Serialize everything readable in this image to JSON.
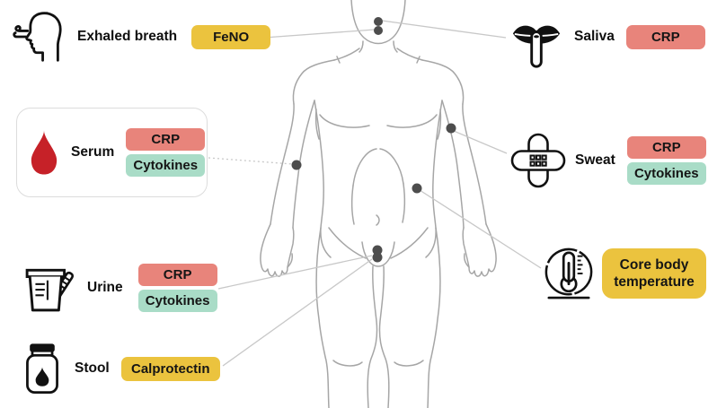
{
  "title": "Body fluid inflammation biomarkers diagram",
  "groups": {
    "exhaled_breath": {
      "label": "Exhaled breath",
      "icon": "exhaled-breath-icon",
      "badges": [
        {
          "label": "FeNO",
          "color": "badge_yellow"
        }
      ]
    },
    "saliva": {
      "label": "Saliva",
      "icon": "saliva-swab-icon",
      "badges": [
        {
          "label": "CRP",
          "color": "badge_red"
        }
      ]
    },
    "serum": {
      "label": "Serum",
      "icon": "blood-drop-icon",
      "boxed": true,
      "badges": [
        {
          "label": "CRP",
          "color": "badge_red"
        },
        {
          "label": "Cytokines",
          "color": "badge_teal"
        }
      ]
    },
    "sweat": {
      "label": "Sweat",
      "icon": "adhesive-patch-icon",
      "badges": [
        {
          "label": "CRP",
          "color": "badge_red"
        },
        {
          "label": "Cytokines",
          "color": "badge_teal"
        }
      ]
    },
    "urine": {
      "label": "Urine",
      "icon": "urine-cup-icon",
      "badges": [
        {
          "label": "CRP",
          "color": "badge_red"
        },
        {
          "label": "Cytokines",
          "color": "badge_teal"
        }
      ]
    },
    "stool": {
      "label": "Stool",
      "icon": "stool-jar-icon",
      "badges": [
        {
          "label": "Calprotectin",
          "color": "badge_yellow"
        }
      ]
    },
    "core_body_temperature": {
      "label": "",
      "icon": "thermometer-icon",
      "badges": [
        {
          "label": "Core body temperature",
          "color": "badge_yellow"
        }
      ]
    }
  },
  "colors": {
    "badge_yellow": "#EBC33E",
    "badge_red": "#E8847B",
    "badge_teal": "#A9DCC7",
    "blood_red": "#C62128",
    "body_outline": "#A6A6A6",
    "connector_line": "#C8C8C8",
    "marker_dot": "#4D4D4D",
    "panel_border": "#DCDCDC"
  }
}
